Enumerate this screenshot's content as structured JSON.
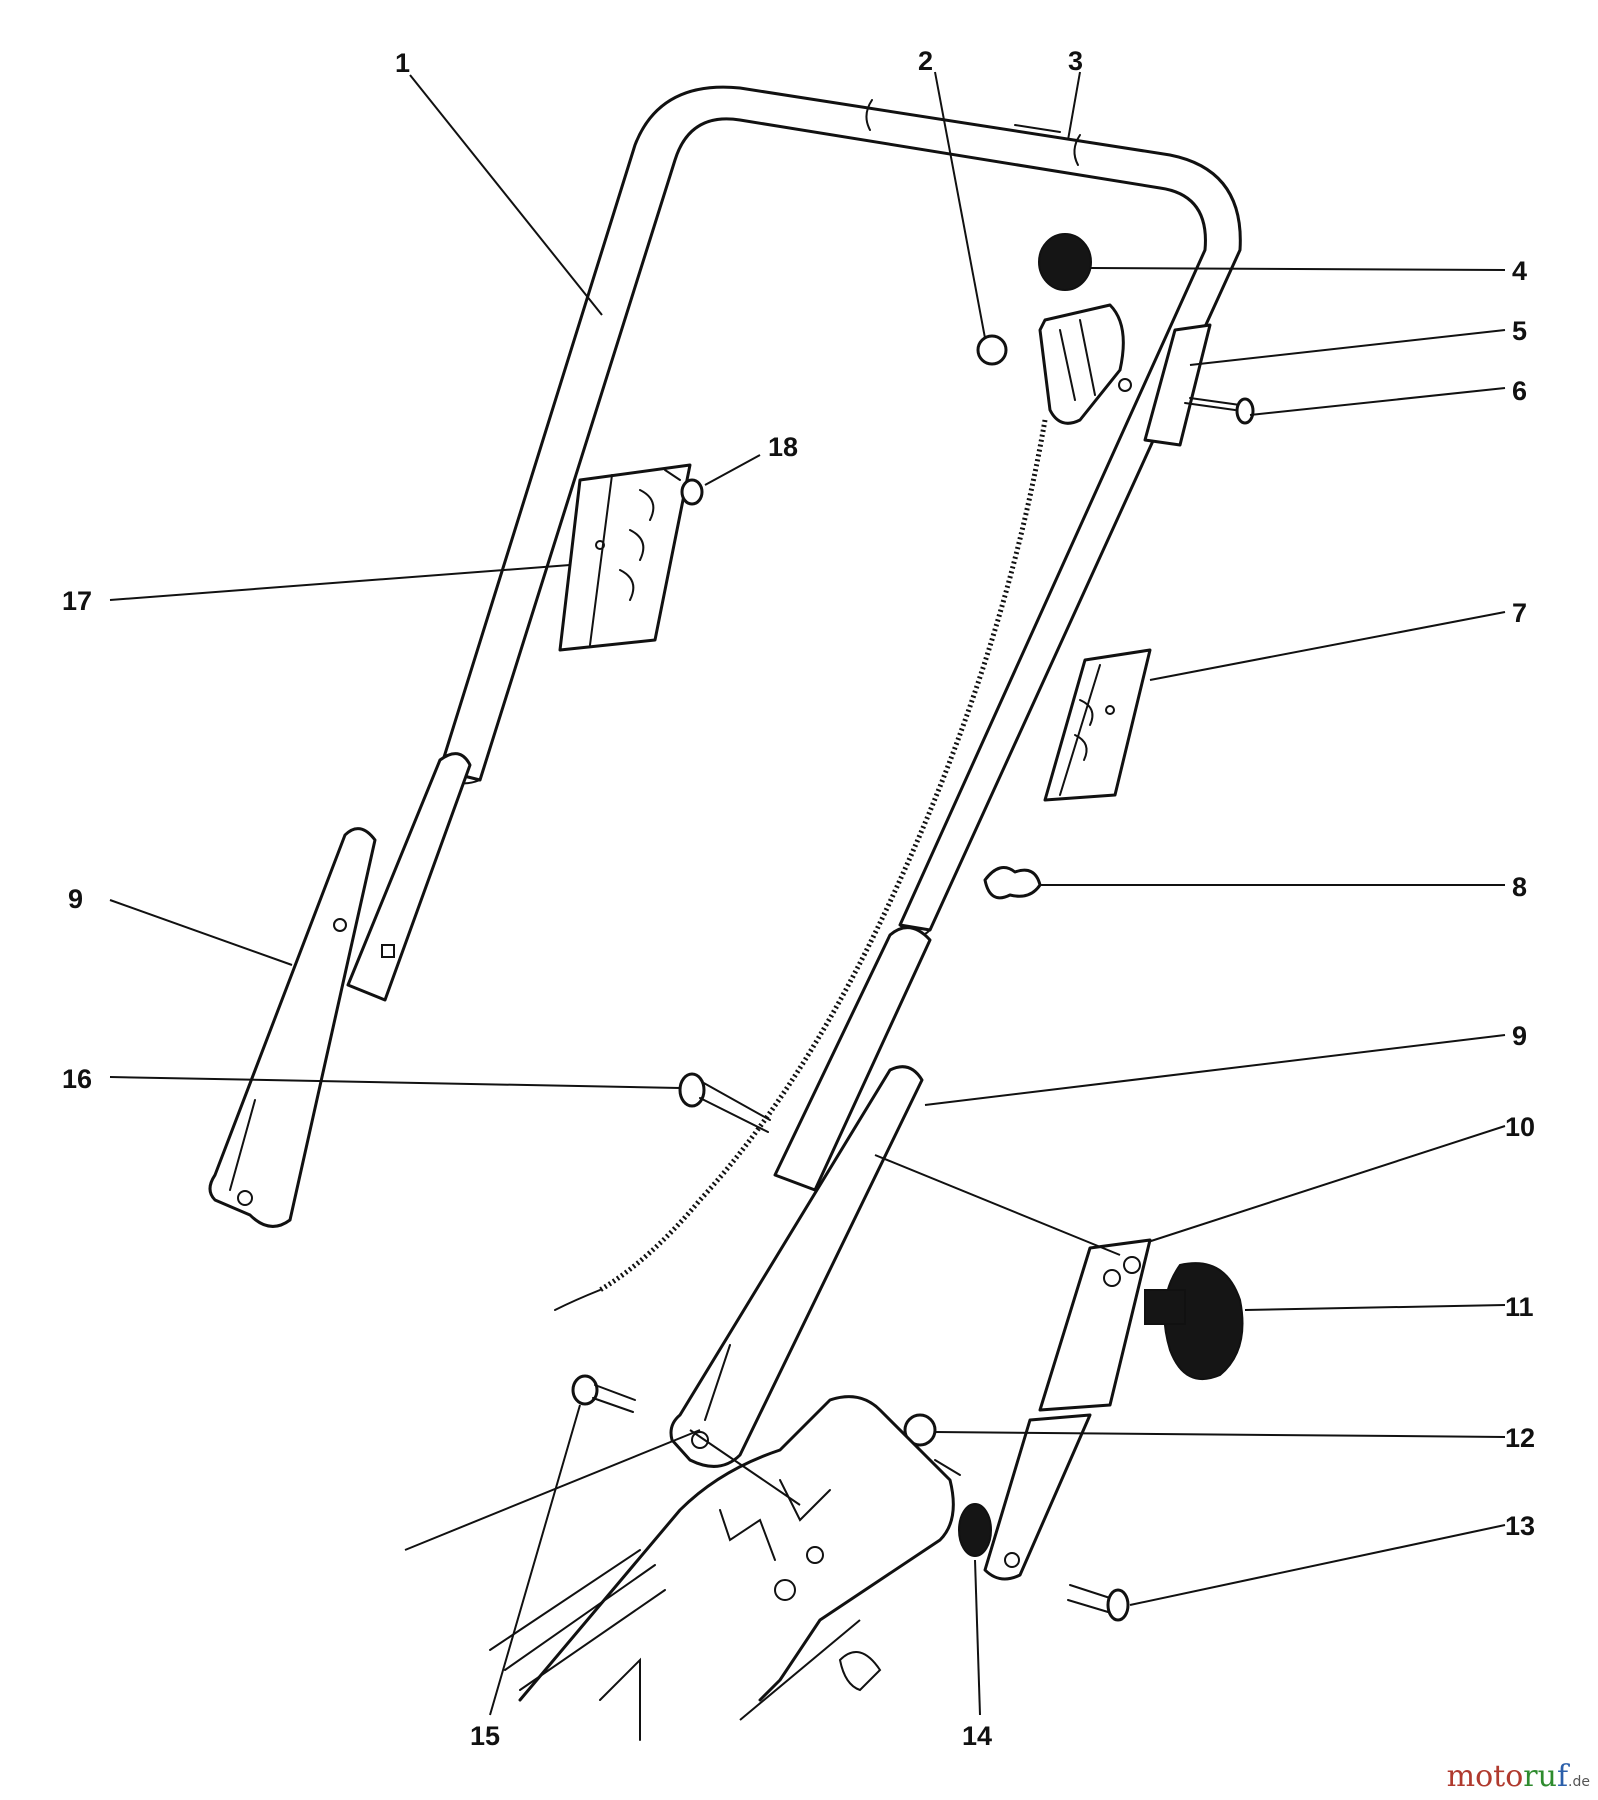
{
  "callouts": {
    "c1": "1",
    "c2": "2",
    "c3": "3",
    "c4": "4",
    "c5": "5",
    "c6": "6",
    "c7": "7",
    "c8": "8",
    "c9a": "9",
    "c9b": "9",
    "c10": "10",
    "c11": "11",
    "c12": "12",
    "c13": "13",
    "c14": "14",
    "c15": "15",
    "c16": "16",
    "c17": "17",
    "c18": "18"
  },
  "watermark": {
    "brand_a": "moto",
    "brand_b": "ru",
    "brand_c": "f",
    "tld": ".de"
  },
  "colors": {
    "line": "#111111",
    "background": "#ffffff",
    "wm_red": "#b03a2e",
    "wm_green": "#2e8b2e",
    "wm_blue": "#2b5faa"
  }
}
